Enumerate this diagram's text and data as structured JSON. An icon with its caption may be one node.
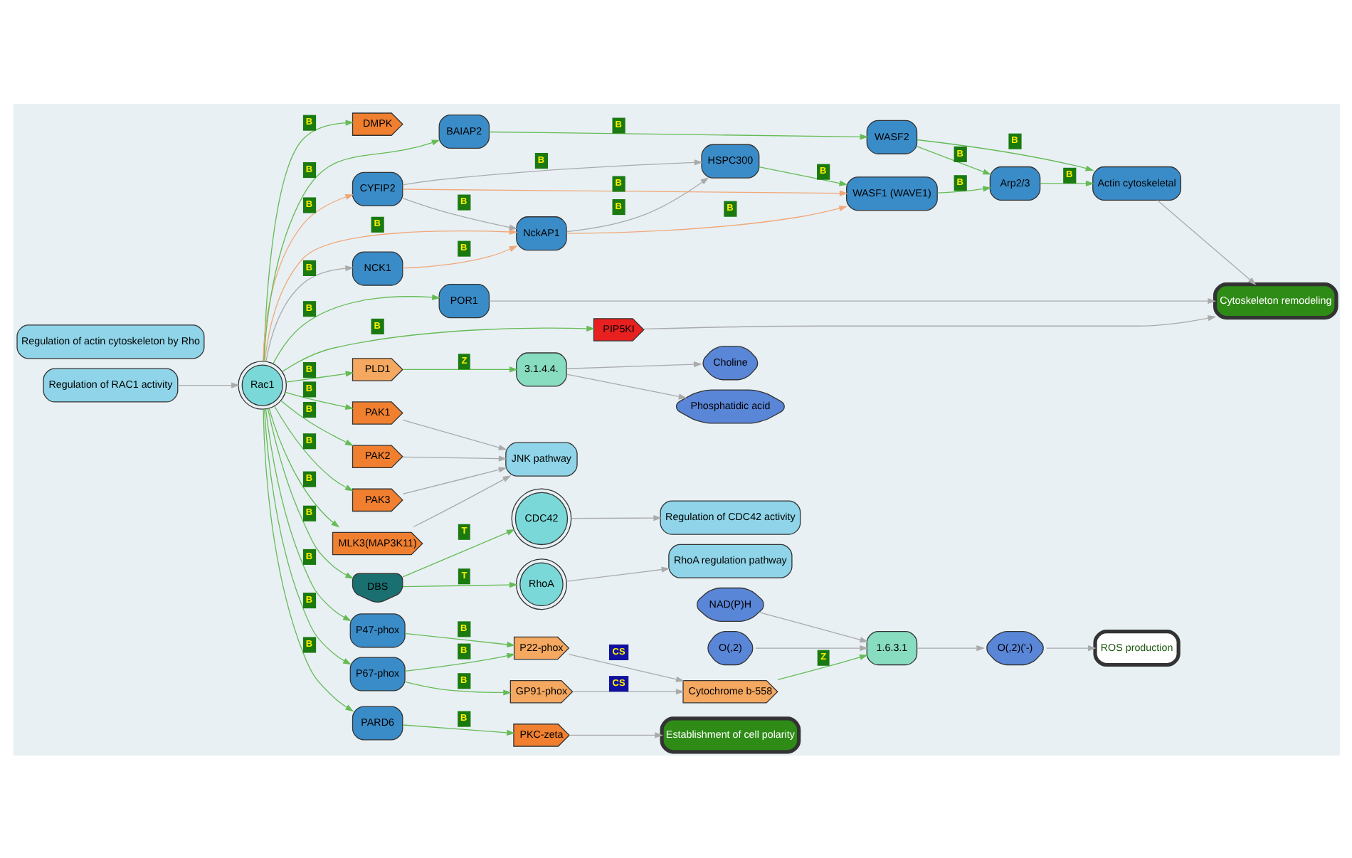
{
  "diagram": {
    "nodes": [
      {
        "text": [
          "DMPK"
        ]
      },
      {
        "text": [
          "Regulation of RAC1 activity"
        ]
      },
      {
        "text": [
          "NCK1"
        ]
      },
      {
        "text": [
          "NckAP1"
        ]
      },
      {
        "text": [
          "HSPC300"
        ]
      },
      {
        "text": [
          "Choline"
        ]
      },
      {
        "text": [
          "3.1.4.4."
        ]
      },
      {
        "text": [
          "PLD1"
        ]
      },
      {
        "text": [
          "CYFIP2"
        ]
      },
      {
        "text": [
          "WASF1 (WAVE1)"
        ]
      },
      {
        "text": [
          "Arp2/3"
        ]
      },
      {
        "text": [
          "Phosphatidic acid"
        ]
      },
      {
        "text": [
          "MLK3(MAP3K11)"
        ]
      },
      {
        "text": [
          "Rac1"
        ]
      },
      {
        "text": [
          "PAK1"
        ]
      },
      {
        "text": [
          "JNK pathway"
        ]
      },
      {
        "text": [
          "BAIAP2"
        ]
      },
      {
        "text": [
          "WASF2"
        ]
      },
      {
        "text": [
          "Actin cytoskeletal"
        ]
      },
      {
        "text": [
          "PAK2"
        ]
      },
      {
        "text": [
          "DBS"
        ]
      },
      {
        "text": [
          "PAK3"
        ]
      },
      {
        "text": [
          "POR1"
        ]
      },
      {
        "text": [
          "Cytoskeleton remodeling"
        ]
      },
      {
        "text": [
          "Regulation of actin cytoskeleton by Rho"
        ]
      },
      {
        "text": [
          "CDC42"
        ]
      },
      {
        "text": [
          "RhoA"
        ]
      },
      {
        "text": [
          "P47-phox"
        ]
      },
      {
        "text": [
          "P67-phox"
        ]
      },
      {
        "text": [
          "PARD6"
        ]
      },
      {
        "text": [
          "PIP5KI"
        ]
      },
      {
        "text": [
          "Regulation of CDC42 activity"
        ]
      },
      {
        "text": [
          "RhoA regulation pathway"
        ]
      },
      {
        "text": [
          "P22-phox"
        ]
      },
      {
        "text": [
          "GP91-phox"
        ]
      },
      {
        "text": [
          "NAD(P)H"
        ]
      },
      {
        "text": [
          "O(,2)"
        ]
      },
      {
        "text": [
          "Cytochrome b-558"
        ]
      },
      {
        "text": [
          "1.6.3.1"
        ]
      },
      {
        "text": [
          "O(,2)('-)"
        ]
      },
      {
        "text": [
          "ROS production"
        ]
      },
      {
        "text": [
          "PKC-zeta"
        ]
      },
      {
        "text": [
          "Establishment of cell polarity"
        ]
      }
    ],
    "edges": [
      {
        "from": 13,
        "to": 0,
        "arrow": "to",
        "label": "B"
      },
      {
        "from": 13,
        "to": 7,
        "arrow": "to",
        "label": "B"
      },
      {
        "from": 7,
        "to": 6,
        "arrow": "to",
        "label": "Z"
      },
      {
        "from": 6,
        "to": 5,
        "arrow": "to",
        "color": "#aaaaaa"
      },
      {
        "from": 6,
        "to": 11,
        "arrow": "to",
        "color": "#aaaaaa"
      },
      {
        "from": 1,
        "to": 13,
        "arrow": "to",
        "color": "#aaaaaa"
      },
      {
        "from": 13,
        "to": 2,
        "arrow": "to",
        "label": "B",
        "color": "#aaaaaa"
      },
      {
        "from": 2,
        "to": 3,
        "arrow": "to",
        "label": "B",
        "color": "#f0a878"
      },
      {
        "from": 13,
        "to": 3,
        "arrow": "to",
        "label": "B",
        "color": "#f0a878"
      },
      {
        "from": 13,
        "to": 8,
        "arrow": "to",
        "label": "B",
        "color": "#f0a878"
      },
      {
        "from": 8,
        "to": 3,
        "arrow": "to",
        "label": "B",
        "color": "#aaaaaa"
      },
      {
        "from": 3,
        "to": 4,
        "arrow": "to",
        "label": "B",
        "color": "#aaaaaa"
      },
      {
        "from": 8,
        "to": 4,
        "arrow": "to",
        "label": "B",
        "color": "#aaaaaa"
      },
      {
        "from": 3,
        "to": 9,
        "arrow": "to",
        "label": "B",
        "color": "#f0a878"
      },
      {
        "from": 8,
        "to": 9,
        "arrow": "to",
        "label": "B",
        "color": "#f0a878"
      },
      {
        "from": 4,
        "to": 9,
        "arrow": "to",
        "label": "B"
      },
      {
        "from": 9,
        "to": 10,
        "arrow": "to",
        "label": "B"
      },
      {
        "from": 17,
        "to": 10,
        "arrow": "to",
        "label": "B"
      },
      {
        "from": 10,
        "to": 18,
        "arrow": "to",
        "label": "B"
      },
      {
        "from": 13,
        "to": 16,
        "arrow": "to",
        "label": "B"
      },
      {
        "from": 16,
        "to": 17,
        "arrow": "to",
        "label": "B"
      },
      {
        "from": 17,
        "to": 18,
        "arrow": "to",
        "label": "B"
      },
      {
        "from": 18,
        "to": 23,
        "arrow": "to",
        "color": "#aaaaaa"
      },
      {
        "from": 13,
        "to": 12,
        "arrow": "to",
        "label": "B"
      },
      {
        "from": 13,
        "to": 14,
        "arrow": "to",
        "label": "B"
      },
      {
        "from": 13,
        "to": 19,
        "arrow": "to",
        "label": "B"
      },
      {
        "from": 13,
        "to": 21,
        "arrow": "to",
        "label": "B"
      },
      {
        "from": 12,
        "to": 15,
        "arrow": "to",
        "color": "#aaaaaa"
      },
      {
        "from": 14,
        "to": 15,
        "arrow": "to",
        "color": "#aaaaaa"
      },
      {
        "from": 19,
        "to": 15,
        "arrow": "to",
        "color": "#aaaaaa"
      },
      {
        "from": 21,
        "to": 15,
        "arrow": "to",
        "color": "#aaaaaa"
      },
      {
        "from": 13,
        "to": 20,
        "arrow": "to",
        "label": "B"
      },
      {
        "from": 20,
        "to": 25,
        "arrow": "to",
        "label": "T"
      },
      {
        "from": 20,
        "to": 26,
        "arrow": "to",
        "label": "T"
      },
      {
        "from": 25,
        "to": 31,
        "arrow": "to",
        "color": "#aaaaaa"
      },
      {
        "from": 26,
        "to": 32,
        "arrow": "to",
        "color": "#aaaaaa"
      },
      {
        "from": 13,
        "to": 27,
        "arrow": "to",
        "label": "B"
      },
      {
        "from": 13,
        "to": 28,
        "arrow": "to",
        "label": "B"
      },
      {
        "from": 13,
        "to": 22,
        "arrow": "to",
        "label": "B"
      },
      {
        "from": 13,
        "to": 30,
        "arrow": "to",
        "label": "B"
      },
      {
        "from": 13,
        "to": 29,
        "arrow": "to",
        "label": "B"
      },
      {
        "from": 22,
        "to": 23,
        "arrow": "to",
        "color": "#aaaaaa"
      },
      {
        "from": 30,
        "to": 23,
        "arrow": "to",
        "color": "#aaaaaa"
      },
      {
        "from": 29,
        "to": 41,
        "arrow": "to",
        "label": "B"
      },
      {
        "from": 41,
        "to": 42,
        "arrow": "to",
        "color": "#aaaaaa"
      },
      {
        "from": 27,
        "to": 33,
        "arrow": "to",
        "label": "B"
      },
      {
        "from": 28,
        "to": 33,
        "arrow": "to",
        "label": "B"
      },
      {
        "from": 28,
        "to": 34,
        "arrow": "to",
        "label": "B"
      },
      {
        "from": 33,
        "to": 37,
        "arrow": "to",
        "label": "CS",
        "color": "#aaaaaa"
      },
      {
        "from": 34,
        "to": 37,
        "arrow": "to",
        "label": "CS",
        "color": "#aaaaaa"
      },
      {
        "from": 37,
        "to": 38,
        "arrow": "to",
        "label": "Z"
      },
      {
        "from": 35,
        "to": 38,
        "arrow": "to",
        "color": "#aaaaaa"
      },
      {
        "from": 36,
        "to": 38,
        "arrow": "to",
        "color": "#aaaaaa"
      },
      {
        "from": 38,
        "to": 39,
        "arrow": "to",
        "color": "#aaaaaa"
      },
      {
        "from": 39,
        "to": 40,
        "arrow": "to",
        "color": "#aaaaaa"
      }
    ]
  }
}
